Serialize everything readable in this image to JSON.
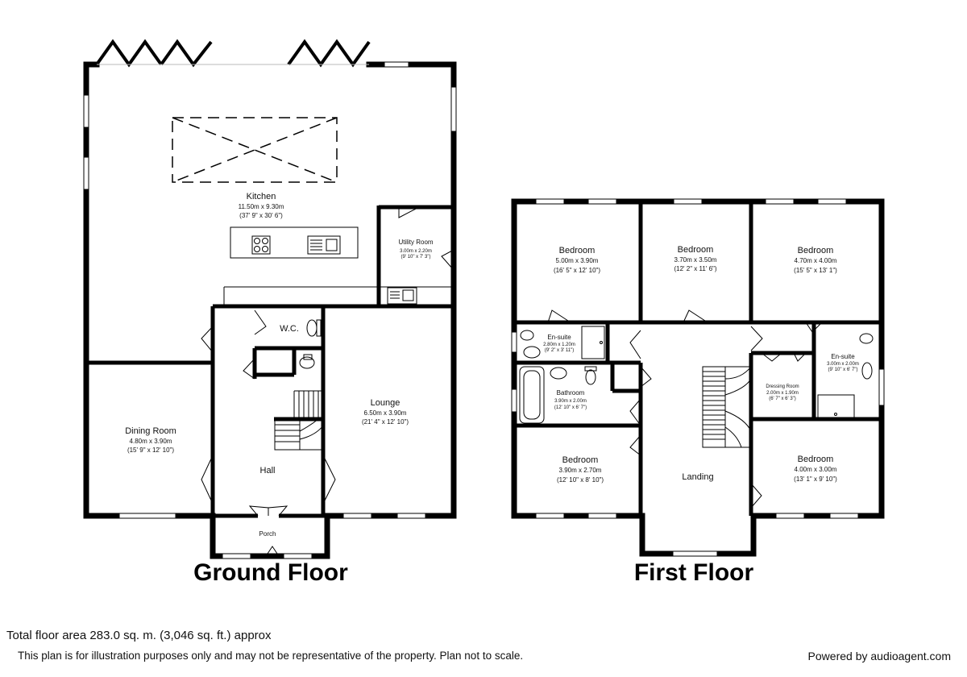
{
  "floors": {
    "ground": {
      "title": "Ground Floor",
      "rooms": {
        "kitchen": {
          "name": "Kitchen",
          "metric": "11.50m x 9.30m",
          "imperial": "(37' 9\" x 30' 6\")"
        },
        "utility": {
          "name": "Utility Room",
          "metric": "3.00m x 2.20m",
          "imperial": "(9' 10\" x 7' 3\")"
        },
        "wc": {
          "name": "W.C."
        },
        "lounge": {
          "name": "Lounge",
          "metric": "6.50m x 3.90m",
          "imperial": "(21' 4\" x 12' 10\")"
        },
        "dining": {
          "name": "Dining Room",
          "metric": "4.80m x 3.90m",
          "imperial": "(15' 9\" x 12' 10\")"
        },
        "hall": {
          "name": "Hall"
        },
        "porch": {
          "name": "Porch"
        }
      }
    },
    "first": {
      "title": "First Floor",
      "rooms": {
        "bed1": {
          "name": "Bedroom",
          "metric": "5.00m x 3.90m",
          "imperial": "(16' 5\" x 12' 10\")"
        },
        "bed2": {
          "name": "Bedroom",
          "metric": "3.70m x 3.50m",
          "imperial": "(12' 2\" x 11' 6\")"
        },
        "bed3": {
          "name": "Bedroom",
          "metric": "4.70m x 4.00m",
          "imperial": "(15' 5\" x 13' 1\")"
        },
        "ensuite1": {
          "name": "En-suite",
          "metric": "2.80m x 1.20m",
          "imperial": "(9' 2\" x 3' 11\")"
        },
        "bathroom": {
          "name": "Bathroom",
          "metric": "3.90m x 2.00m",
          "imperial": "(12' 10\" x 6' 7\")"
        },
        "dressing": {
          "name": "Dressing Room",
          "metric": "2.00m x 1.90m",
          "imperial": "(6' 7\" x 6' 3\")"
        },
        "ensuite2": {
          "name": "En-suite",
          "metric": "3.00m x 2.00m",
          "imperial": "(9' 10\" x 6' 7\")"
        },
        "bed4": {
          "name": "Bedroom",
          "metric": "3.90m x 2.70m",
          "imperial": "(12' 10\" x 8' 10\")"
        },
        "bed5": {
          "name": "Bedroom",
          "metric": "4.00m x 3.00m",
          "imperial": "(13' 1\" x 9' 10\")"
        },
        "landing": {
          "name": "Landing"
        }
      }
    }
  },
  "footer": {
    "total_area": "Total floor area 283.0 sq. m. (3,046 sq. ft.) approx",
    "disclaimer": "This plan is for illustration purposes only and may not be representative of the property. Plan not to scale.",
    "powered_by": "Powered by audioagent.com"
  }
}
